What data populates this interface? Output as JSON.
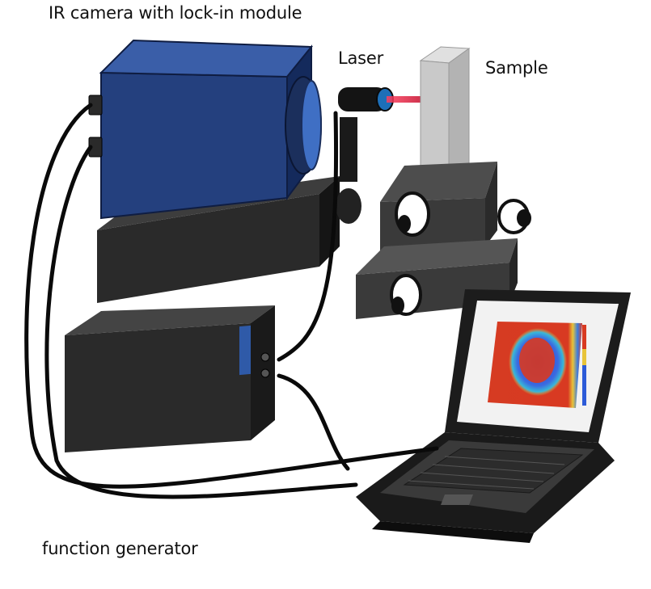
{
  "labels": {
    "camera": "IR camera with lock-in module",
    "laser": "Laser",
    "sample": "Sample",
    "function_generator": "function generator"
  },
  "colors": {
    "camera_blue": "#24407e",
    "camera_dark_blue": "#142a5c",
    "base_black": "#2b2b2b",
    "laser_beam": "#e0203a",
    "sample_gray": "#c9c9c9",
    "heatmap_red": "#d83a22",
    "heatmap_blue": "#2d5bd8",
    "heatmap_yellow": "#e8c43a",
    "cable_black": "#0a0a0a"
  },
  "icons": [
    "ir-camera-icon",
    "laser-icon",
    "sample-stage-icon",
    "function-generator-icon",
    "laptop-icon"
  ]
}
